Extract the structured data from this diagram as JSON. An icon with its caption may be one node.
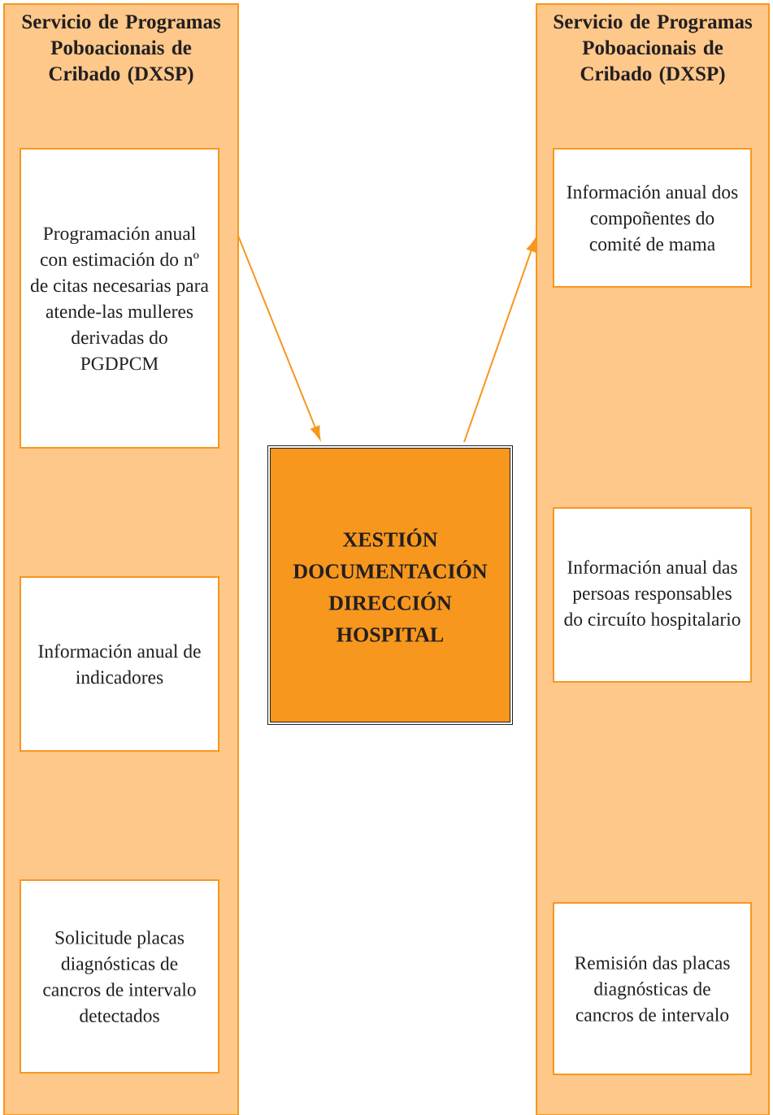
{
  "diagram": {
    "nodes": [
      {
        "text": [
          "Servicio de Programas Poboacionais de Cribado (DXSP)"
        ]
      },
      {
        "text": [
          "Programación anual con estimación do nº de citas necesarias para atende-las mulleres derivadas do PGDPCM"
        ],
        "in": 0
      },
      {
        "text": [
          "Información anual de indicadores"
        ],
        "in": 0
      },
      {
        "text": [
          "Solicitude placas diagnósticas de cancros de intervalo detectados"
        ],
        "in": 0
      },
      {
        "text": [
          "XESTIÓN DOCUMENTACIÓN DIRECCIÓN HOSPITAL"
        ]
      },
      {
        "text": [
          "Servicio de Programas Poboacionais de Cribado (DXSP)"
        ]
      },
      {
        "text": [
          "Información anual dos compoñentes do comité de mama"
        ],
        "in": 5
      },
      {
        "text": [
          "Información anual das persoas responsables do circuíto hospitalario"
        ],
        "in": 5
      },
      {
        "text": [
          "Remisión das placas diagnósticas de cancros de intervalo"
        ],
        "in": 5
      }
    ],
    "edges": [
      {
        "from": 0,
        "to": 4,
        "arrow": "to"
      },
      {
        "from": 4,
        "to": 5,
        "arrow": "to"
      }
    ]
  }
}
